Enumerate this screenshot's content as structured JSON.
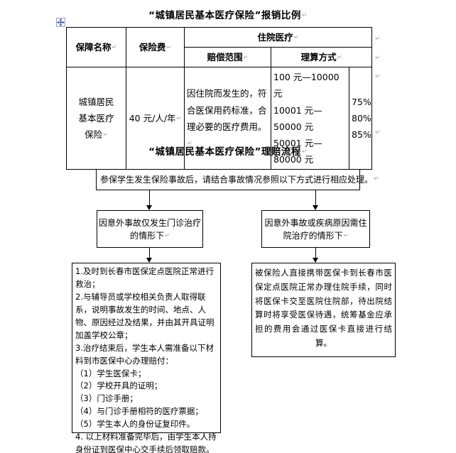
{
  "document": {
    "title_1": "“城镇居民基本医疗保险”报销比例",
    "title_2": "“城镇居民基本医疗保险”理赔流程",
    "paragraph_mark": "↵"
  },
  "benefit_table": {
    "headers": {
      "col_name": "保障名称",
      "col_premium": "保险费",
      "group_inpatient": "住院医疗",
      "col_scope": "赔偿范围",
      "col_settlement": "理算方式"
    },
    "row": {
      "name_lines": [
        "城镇居民",
        "基本医疗",
        "保险"
      ],
      "premium": "40 元/人/年",
      "scope_lines": [
        "因住院而发生的，符",
        "合医保用药标准，合",
        "理必要的医疗费用。"
      ],
      "settlement": [
        {
          "amount": "100 元—10000 元",
          "percent": "75%"
        },
        {
          "amount": "10001 元—50000 元",
          "percent": "80%"
        },
        {
          "amount": "50001 元—80000 元",
          "percent": "85%"
        }
      ]
    }
  },
  "flowchart": {
    "top_box": "参保学生发生保险事故后，请结合事故情况参照以下方式进行相应处理。",
    "mid_left": {
      "line1": "因意外事故仅发生门诊治疗",
      "line2": "的情形下"
    },
    "mid_right": {
      "line1": "因意外事故或疾病原因需住",
      "line2": "院治疗的情形下"
    },
    "bottom_left": {
      "items": [
        "1.及时到长春市医保定点医院正常进行救治；",
        "2.与辅导员或学校相关负责人取得联系，说明事故发生的时间、地点、人物、原因经过及结果，并由其开具证明加盖学校公章；",
        "3.治疗结束后，学生本人需准备以下材料到市医保中心办理赔付：",
        "（1）学生医保卡；",
        "（2）学校开具的证明；",
        "（3）门诊手册；",
        "（4）与门诊手册相符的医疗票据；",
        "（5）学生本人的身份证复印件。",
        "4. 以上材料准备完毕后，由学生本人持身份证到医保中心交手续后领取赔款。"
      ]
    },
    "bottom_right": {
      "text": "被保险人直接携带医保卡到长春市医保定点医院正常办理住院手续，同时将医保卡交至医院住院部，待出院结算时将享受医保待遇，统筹基金应承担的费用会通过医保卡直接进行结算。"
    }
  },
  "icons": {
    "table_move_handle": "move-cross-icon"
  },
  "colors": {
    "text": "#000000",
    "border": "#000000",
    "pilcrow": "#9aa4bb",
    "handle_accent": "#3a5bbf"
  }
}
